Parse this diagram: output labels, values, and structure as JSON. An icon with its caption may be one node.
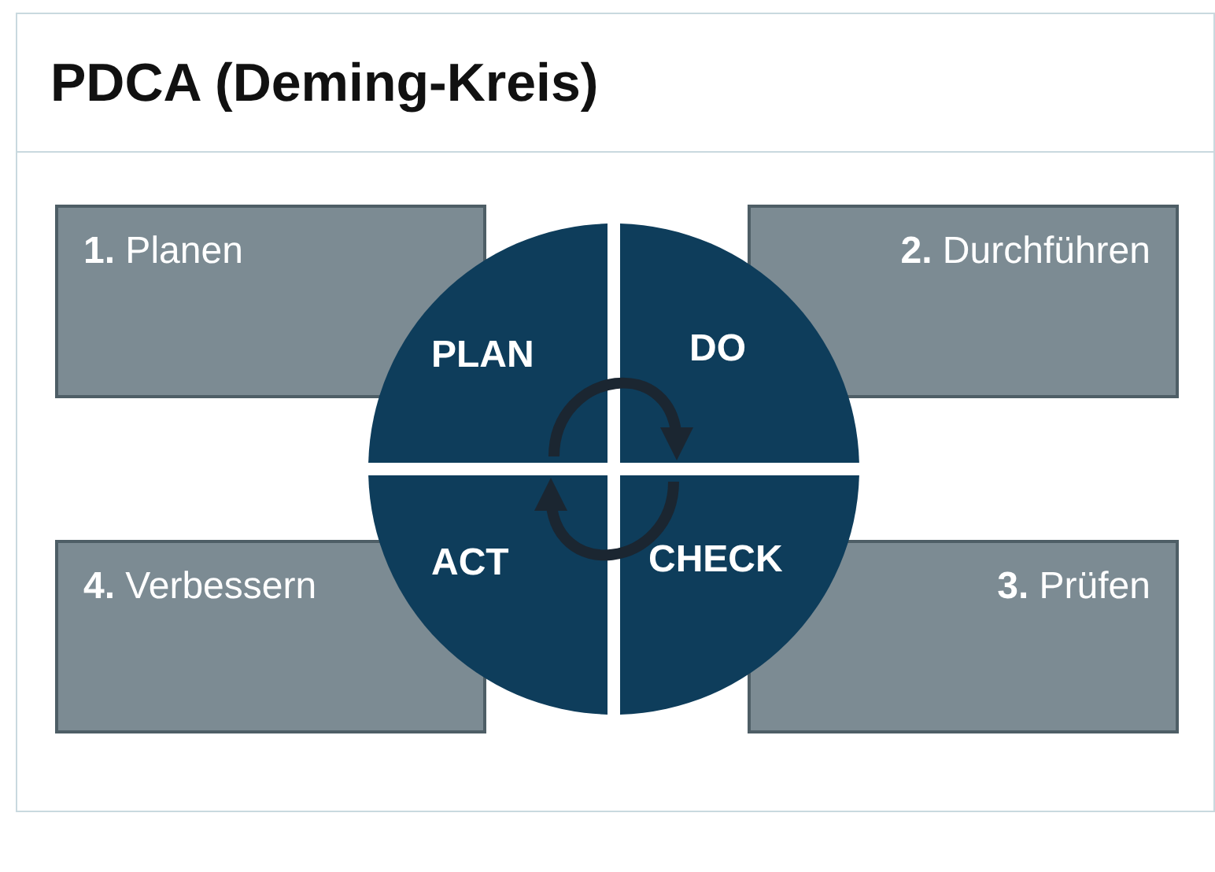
{
  "diagram": {
    "title": "PDCA (Deming-Kreis)",
    "nodes": [
      {
        "text": [
          "**1.** Planen"
        ]
      },
      {
        "text": [
          "**2.** Durchführen"
        ]
      },
      {
        "text": [
          "PLAN"
        ]
      },
      {
        "text": [
          "DO"
        ]
      },
      {
        "text": [
          "ACT"
        ]
      },
      {
        "text": [
          "CHECK"
        ]
      },
      {
        "text": [
          "**4.** Verbessern"
        ]
      },
      {
        "text": [
          "**3.** Prüfen"
        ]
      }
    ],
    "edges": [
      {
        "from": 2,
        "to": 3,
        "arrow": "to"
      },
      {
        "from": 5,
        "to": 4,
        "arrow": "to"
      }
    ]
  }
}
